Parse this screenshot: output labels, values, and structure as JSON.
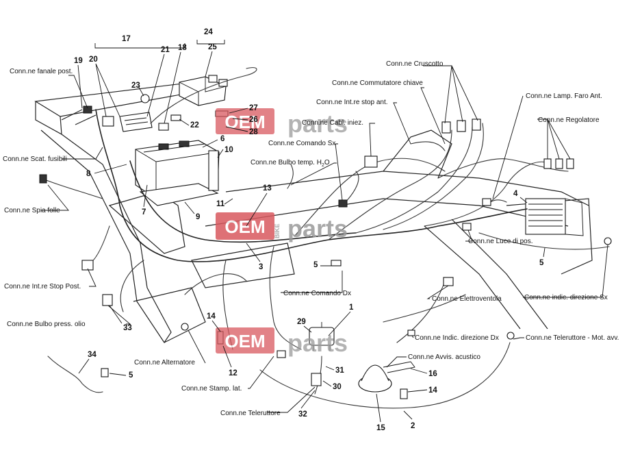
{
  "watermark": {
    "oem": "OEM",
    "bike": "BIKE",
    "parts": "parts",
    "color_red": "#d9595f",
    "color_grey": "#9a9a9a"
  },
  "labels": {
    "fanale_post": "Conn.ne fanale post.",
    "scat_fusibili": "Conn.ne Scat. fusibili",
    "spia_folle": "Conn.ne Spia folle",
    "stop_post": "Conn.ne Int.re Stop Post.",
    "bulbo_press_olio": "Conn.ne Bulbo press. olio",
    "alternatore": "Conn.ne Alternatore",
    "stamp_lat": "Conn.ne Stamp. lat.",
    "teleruttore": "Conn.ne Teleruttore",
    "cruscotto": "Conn.ne Cruscotto",
    "commutatore_chiave": "Conn.ne Commutatore chiave",
    "stop_ant": "Conn.ne Int.re stop ant.",
    "cabl_iniez": "Conn.ne Cabl. iniez.",
    "comando_sx": "Conn.ne Comando Sx",
    "bulbo_temp": "Conn.ne Bulbo temp. H",
    "bulbo_temp_sub": "2",
    "bulbo_temp_end": "O",
    "lamp_faro_ant": "Conn.ne Lamp. Faro Ant.",
    "regolatore": "Conn.ne Regolatore",
    "luce_pos": "Conn.ne Luce di pos.",
    "elettroventola": "Conn.ne Elettroventola",
    "indic_dir_sx": "Conn.ne indic. direzione Sx",
    "comando_dx": "Conn.ne Comando Dx",
    "indic_dir_dx": "Conn.ne Indic. direzione Dx",
    "teleruttore_mot": "Conn.ne Teleruttore - Mot. avv.",
    "avvis_acustico": "Conn.ne Avvis. acustico"
  },
  "numbers": {
    "n1": "1",
    "n2": "2",
    "n3": "3",
    "n4": "4",
    "n5a": "5",
    "n5b": "5",
    "n5c": "5",
    "n6": "6",
    "n7": "7",
    "n8": "8",
    "n9": "9",
    "n10": "10",
    "n11": "11",
    "n12": "12",
    "n13": "13",
    "n14a": "14",
    "n14b": "14",
    "n15": "15",
    "n16": "16",
    "n17": "17",
    "n18": "18",
    "n19": "19",
    "n20": "20",
    "n21": "21",
    "n22": "22",
    "n23": "23",
    "n24": "24",
    "n25": "25",
    "n26": "26",
    "n27": "27",
    "n28": "28",
    "n29": "29",
    "n30": "30",
    "n31": "31",
    "n32": "32",
    "n33": "33",
    "n34": "34"
  }
}
